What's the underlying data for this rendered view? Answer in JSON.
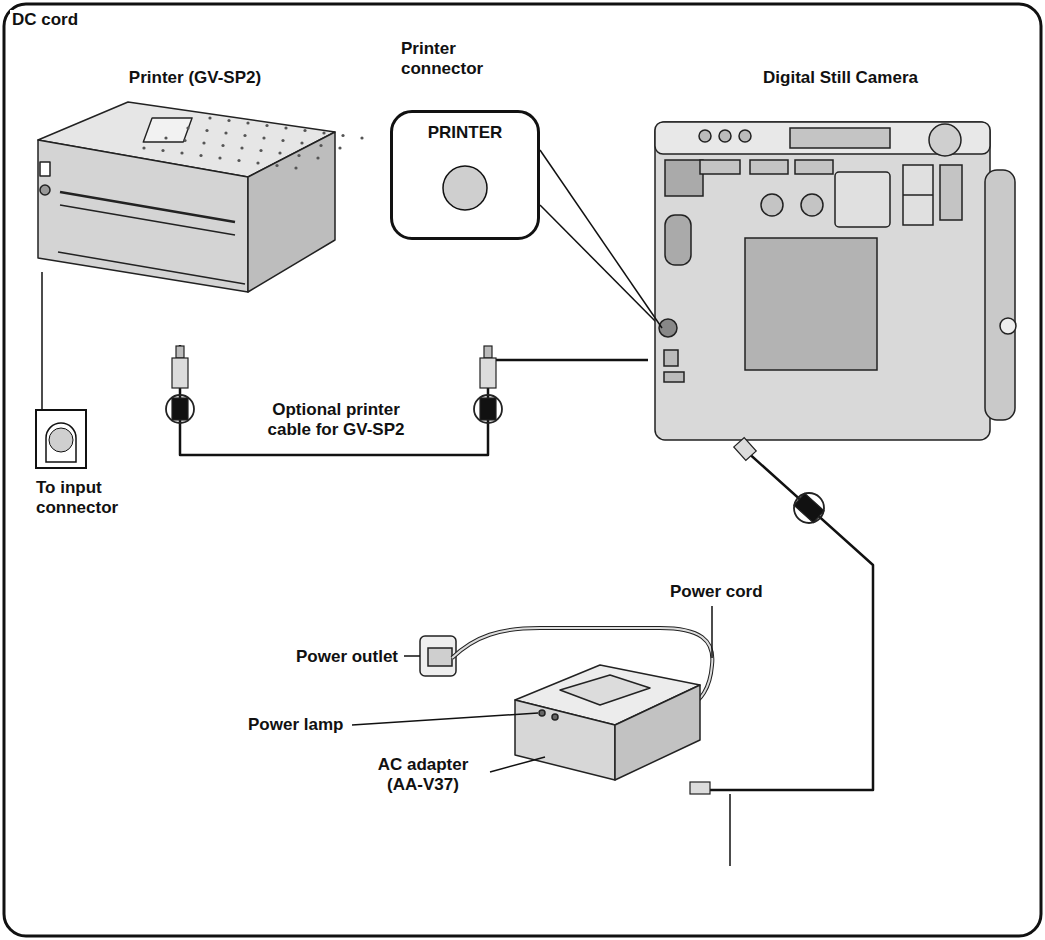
{
  "diagram": {
    "nodes": [
      {
        "text": [
          "Printer (GV-SP2)"
        ]
      },
      {
        "text": [
          "Printer connector",
          "PRINTER"
        ]
      },
      {
        "text": [
          "Digital Still Camera"
        ]
      },
      {
        "text": [
          "AC adapter (AA-V37)"
        ]
      }
    ],
    "edges": [
      {
        "from": 0,
        "to": 2,
        "arrow": "none",
        "label": "Optional printer cable for GV-SP2"
      },
      {
        "from": 1,
        "to": 2,
        "arrow": "none"
      },
      {
        "from": 3,
        "to": 2,
        "arrow": "none",
        "label": "DC cord"
      }
    ],
    "labels": [
      "To input connector",
      "Power outlet",
      "Power cord",
      "Power lamp"
    ]
  }
}
